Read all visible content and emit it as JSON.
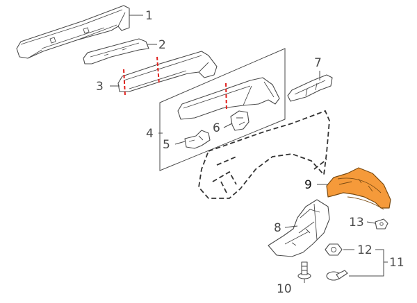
{
  "diagram": {
    "colors": {
      "line": "#4a4a4a",
      "highlight_fill": "#f59a3a",
      "highlight_stroke": "#7a4b12",
      "cut_line": "#e0201c"
    },
    "callouts": [
      {
        "id": "1",
        "label": "1"
      },
      {
        "id": "2",
        "label": "2"
      },
      {
        "id": "3",
        "label": "3"
      },
      {
        "id": "4",
        "label": "4"
      },
      {
        "id": "5",
        "label": "5"
      },
      {
        "id": "6",
        "label": "6"
      },
      {
        "id": "7",
        "label": "7"
      },
      {
        "id": "8",
        "label": "8"
      },
      {
        "id": "9",
        "label": "9",
        "highlighted": true
      },
      {
        "id": "10",
        "label": "10"
      },
      {
        "id": "11",
        "label": "11"
      },
      {
        "id": "12",
        "label": "12"
      },
      {
        "id": "13",
        "label": "13"
      }
    ]
  }
}
